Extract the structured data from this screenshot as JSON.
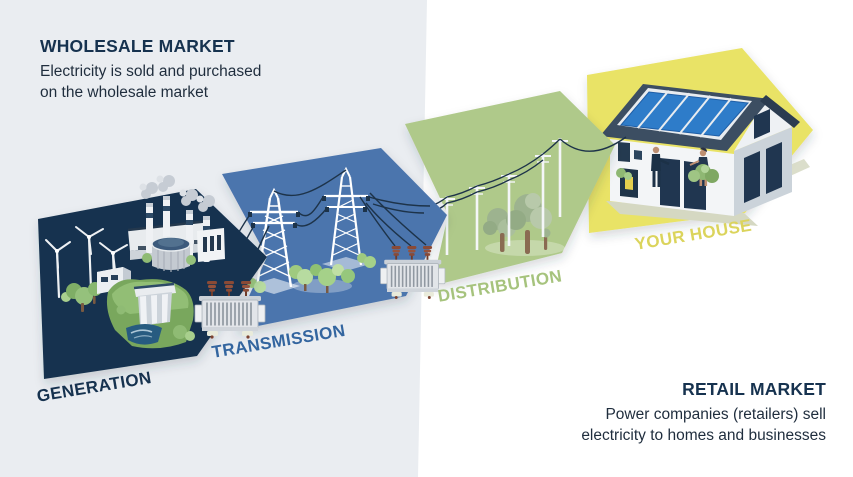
{
  "background": {
    "left_panel": "#EAEDF1",
    "right_panel": "#FFFFFF"
  },
  "wholesale_market": {
    "title": "WHOLESALE MARKET",
    "title_color": "#16324F",
    "description_line1": "Electricity is sold and purchased",
    "description_line2": "on the wholesale market"
  },
  "retail_market": {
    "title": "RETAIL MARKET",
    "title_color": "#16324F",
    "description_line1": "Power companies (retailers) sell",
    "description_line2": "electricity to homes and businesses"
  },
  "stages": [
    {
      "id": "generation",
      "label": "GENERATION",
      "shape_fill": "#16324F",
      "label_color": "#16324F"
    },
    {
      "id": "transmission",
      "label": "TRANSMISSION",
      "shape_fill": "#4C74AD",
      "label_color": "#33659F"
    },
    {
      "id": "distribution",
      "label": "DISTRIBUTION",
      "shape_fill": "#AFC98A",
      "label_color": "#A6C37D"
    },
    {
      "id": "your_house",
      "label": "YOUR HOUSE",
      "shape_fill": "#E9E366",
      "label_color": "#DBD45C"
    }
  ]
}
